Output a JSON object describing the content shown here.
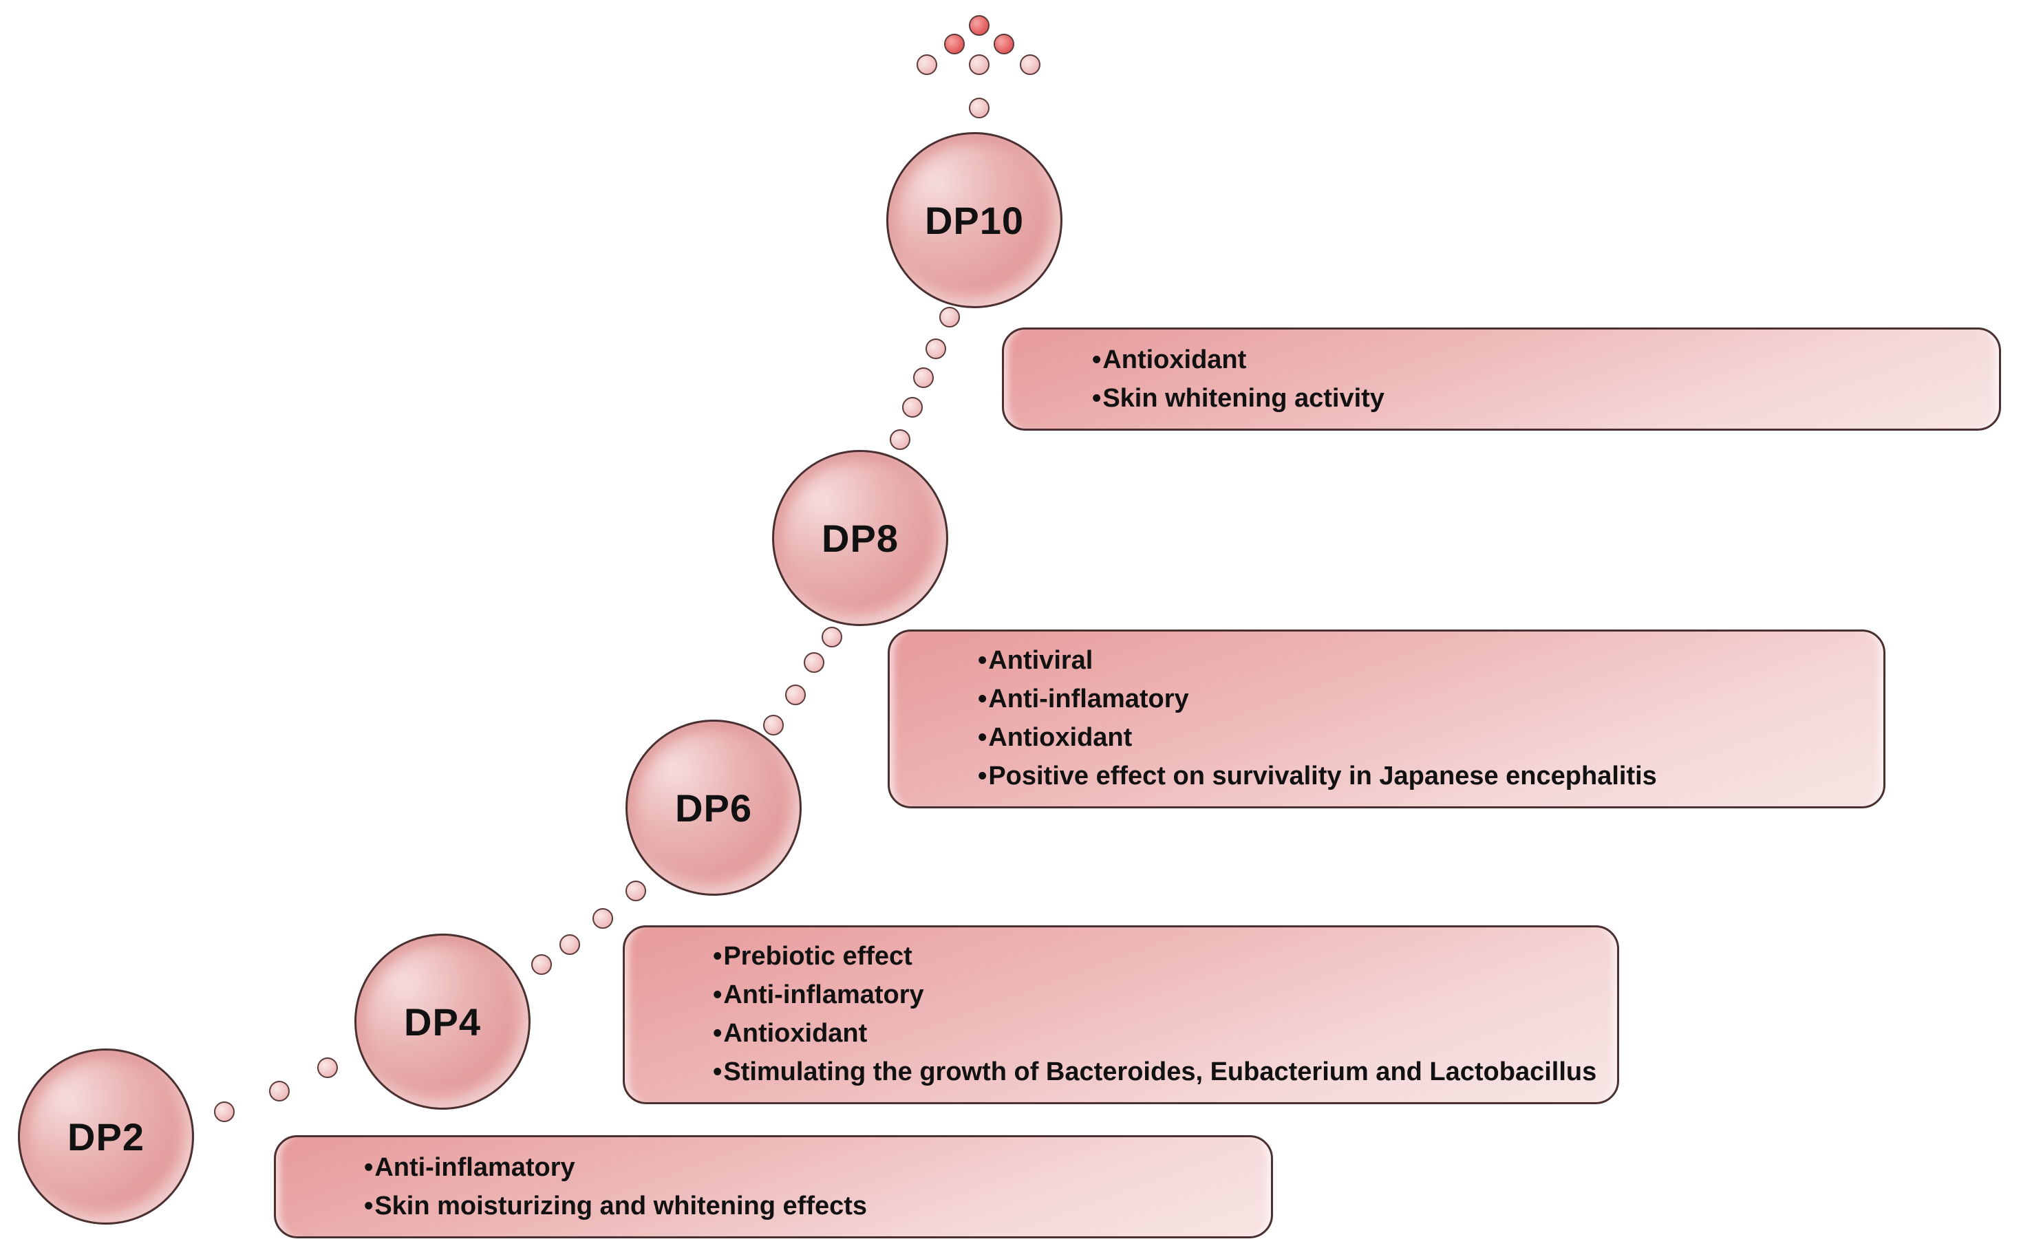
{
  "nodes": [
    {
      "id": "dp2",
      "label": "DP2"
    },
    {
      "id": "dp4",
      "label": "DP4"
    },
    {
      "id": "dp6",
      "label": "DP6"
    },
    {
      "id": "dp8",
      "label": "DP8"
    },
    {
      "id": "dp10",
      "label": "DP10"
    }
  ],
  "boxes": [
    {
      "node": "dp2",
      "items": [
        "Anti-inflamatory",
        "Skin moisturizing and whitening effects"
      ]
    },
    {
      "node": "dp4",
      "items": [
        "Prebiotic effect",
        "Anti-inflamatory",
        "Antioxidant",
        "Stimulating the growth of Bacteroides, Eubacterium and Lactobacillus"
      ]
    },
    {
      "node": "dp6",
      "items": [
        "Antiviral",
        "Anti-inflamatory",
        "Antioxidant",
        "Positive effect on survivality in Japanese encephalitis"
      ]
    },
    {
      "node": "dp8",
      "items": [
        "Antioxidant",
        "Skin whitening activity"
      ]
    }
  ],
  "colors": {
    "node_fill": "#e8a7a7",
    "box_fill": "#f0c4c4",
    "accent_dot": "#e05a5a",
    "outline": "#4a3030"
  }
}
